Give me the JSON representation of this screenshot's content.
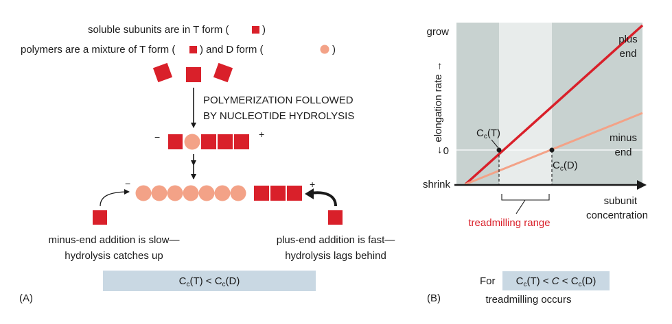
{
  "panel_a": {
    "label": "(A)",
    "line1_text": "soluble subunits are in T form (",
    "line1_close": ")",
    "line2_text": "polymers are a mixture of T form (",
    "line2_mid": ") and D form (",
    "line2_close": ")",
    "step_line1": "POLYMERIZATION FOLLOWED",
    "step_line2": "BY NUCLEOTIDE HYDROLYSIS",
    "minus_sign": "−",
    "plus_sign": "+",
    "left_caption_line1": "minus-end addition is slow—",
    "left_caption_line2": "hydrolysis catches up",
    "right_caption_line1": "plus-end addition is fast—",
    "right_caption_line2": "hydrolysis lags behind",
    "condition": {
      "c": "C",
      "sub_t": "c",
      "t_part": "(T) < ",
      "c2": "C",
      "sub_d": "c",
      "d_part": "(D)"
    }
  },
  "panel_b": {
    "label": "(B)",
    "y_top": "grow",
    "y_axis_label": "← elongation rate →",
    "y_zero": "0",
    "y_bottom": "shrink",
    "x_label_line1": "subunit",
    "x_label_line2": "concentration",
    "plus_end_line1": "plus",
    "plus_end_line2": "end",
    "minus_end_line1": "minus",
    "minus_end_line2": "end",
    "cct": {
      "c": "C",
      "sub": "c",
      "rest": "(T)"
    },
    "ccd": {
      "c": "C",
      "sub": "c",
      "rest": "(D)"
    },
    "treadmilling_range": "treadmilling range",
    "for_word": "For",
    "condition": {
      "c1": "C",
      "s1": "c",
      "p1": "(T) < ",
      "c2": "C",
      "p2": " < ",
      "c3": "C",
      "s3": "c",
      "p3": "(D)"
    },
    "occurs": "treadmilling occurs"
  },
  "colors": {
    "red": "#d9202a",
    "salmon": "#f3a287",
    "band": "#c9d8e3",
    "graph_dark": "#c8d2d0",
    "graph_light": "#e8eceb",
    "graph_outer": "#dde3e2"
  },
  "chart_data": {
    "type": "line",
    "title": "",
    "xlabel": "subunit concentration",
    "ylabel": "elongation rate",
    "series": [
      {
        "name": "plus end",
        "color": "#d9202a",
        "x": [
          0.0,
          1.0
        ],
        "y": [
          -1.0,
          2.9
        ]
      },
      {
        "name": "minus end",
        "color": "#f3a287",
        "x": [
          0.0,
          1.0
        ],
        "y": [
          -1.0,
          1.2
        ]
      }
    ],
    "annotations": [
      "Cc(T)",
      "Cc(D)",
      "treadmilling range"
    ],
    "grid": false
  }
}
